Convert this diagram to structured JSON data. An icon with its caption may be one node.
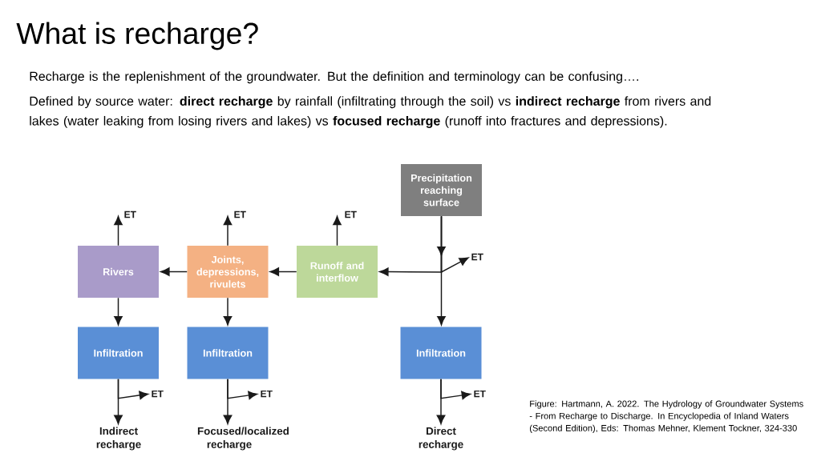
{
  "diagram": {
    "title": "What is recharge?",
    "caption": "Figure:  Hartmann, A. 2022. The Hydrology of Groundwater Systems - From Recharge to Discharge. In Encyclopedia of Inland Waters (Second Edition), Eds: Thomas Mehner, Klement Tockner, 324-330",
    "nodes": [
      {
        "text": [
          "Precipitation reaching surface"
        ]
      },
      {
        "text": [
          "ET"
        ]
      },
      {
        "text": [
          "ET"
        ]
      },
      {
        "text": [
          "ET"
        ]
      },
      {
        "text": [
          "ET"
        ]
      },
      {
        "text": [
          "Rivers"
        ]
      },
      {
        "text": [
          "Joints, depressions, rivulets"
        ]
      },
      {
        "text": [
          "Runoff and interflow"
        ]
      },
      {
        "text": [
          "Infiltration"
        ]
      },
      {
        "text": [
          "Infiltration"
        ]
      },
      {
        "text": [
          "Infiltration"
        ]
      },
      {
        "text": [
          "ET"
        ]
      },
      {
        "text": [
          "ET"
        ]
      },
      {
        "text": [
          "ET"
        ]
      },
      {
        "text": [
          "Indirect recharge"
        ]
      },
      {
        "text": [
          "Focused/localized recharge"
        ]
      },
      {
        "text": [
          "Direct recharge"
        ]
      }
    ],
    "edges": [
      {
        "from": 0,
        "to": 7,
        "arrow": "to"
      },
      {
        "from": 0,
        "to": 4,
        "arrow": "to"
      },
      {
        "from": 0,
        "to": 10,
        "arrow": "to"
      },
      {
        "from": 7,
        "to": 6,
        "arrow": "to"
      },
      {
        "from": 6,
        "to": 5,
        "arrow": "to"
      },
      {
        "from": 5,
        "to": 1,
        "arrow": "to"
      },
      {
        "from": 6,
        "to": 2,
        "arrow": "to"
      },
      {
        "from": 7,
        "to": 3,
        "arrow": "to"
      },
      {
        "from": 5,
        "to": 8,
        "arrow": "to"
      },
      {
        "from": 6,
        "to": 9,
        "arrow": "to"
      },
      {
        "from": 8,
        "to": 11,
        "arrow": "to"
      },
      {
        "from": 8,
        "to": 14,
        "arrow": "to"
      },
      {
        "from": 9,
        "to": 12,
        "arrow": "to"
      },
      {
        "from": 9,
        "to": 15,
        "arrow": "to"
      },
      {
        "from": 10,
        "to": 13,
        "arrow": "to"
      },
      {
        "from": 10,
        "to": 16,
        "arrow": "to"
      }
    ],
    "labels": [
      "Recharge is the replenishment of the groundwater. But the definition and terminology can be confusing….",
      "Defined by source water: **direct recharge** by rainfall (infiltrating through the soil) vs **indirect recharge** from rivers and lakes (water leaking from losing rivers and lakes) vs **focused recharge** (runoff into fractures and depressions)."
    ]
  }
}
